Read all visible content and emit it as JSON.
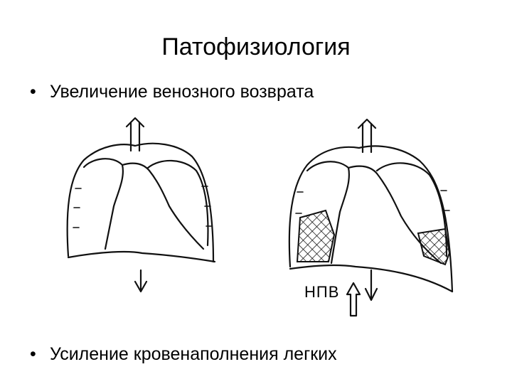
{
  "slide": {
    "title": "Патофизиология",
    "bullets": [
      {
        "marker": "•",
        "text": "Увеличение венозного возврата"
      },
      {
        "marker": "•",
        "text": "Усиление кровенаполнения легких"
      }
    ]
  },
  "diagram": {
    "vein_label": "НПВ",
    "colors": {
      "ink": "#111111",
      "background": "#ffffff"
    }
  }
}
